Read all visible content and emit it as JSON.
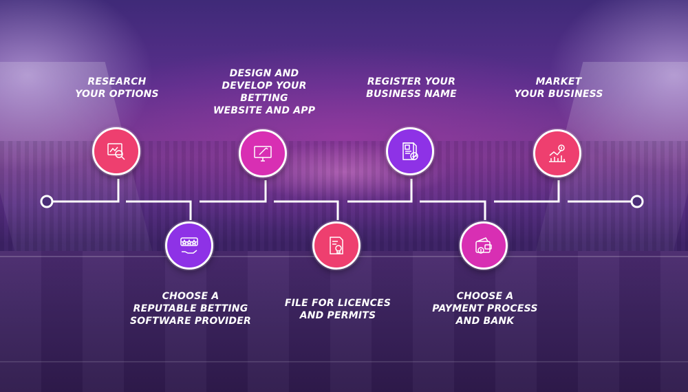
{
  "steps": [
    {
      "id": "research",
      "lines": [
        "RESEARCH",
        "YOUR OPTIONS"
      ],
      "icon": "research-chart-icon",
      "color": "#ee3f6f"
    },
    {
      "id": "software",
      "lines": [
        "CHOOSE A",
        "REPUTABLE BETTING",
        "SOFTWARE PROVIDER"
      ],
      "icon": "star-rating-hand-icon",
      "color": "#8e32e6"
    },
    {
      "id": "design",
      "lines": [
        "DESIGN AND",
        "DEVELOP YOUR BETTING",
        "WEBSITE AND APP"
      ],
      "icon": "monitor-design-icon",
      "color": "#d82fb3"
    },
    {
      "id": "licences",
      "lines": [
        "FILE FOR LICENCES",
        "AND PERMITS"
      ],
      "icon": "certificate-document-icon",
      "color": "#ee3f6f"
    },
    {
      "id": "register",
      "lines": [
        "REGISTER YOUR",
        "BUSINESS NAME"
      ],
      "icon": "registration-document-icon",
      "color": "#8e32e6"
    },
    {
      "id": "payment",
      "lines": [
        "CHOOSE A",
        "PAYMENT PROCESS",
        "AND BANK"
      ],
      "icon": "wallet-cash-icon",
      "color": "#d82fb3"
    },
    {
      "id": "market",
      "lines": [
        "MARKET",
        "YOUR BUSINESS"
      ],
      "icon": "market-growth-chart-icon",
      "color": "#ee3f6f"
    }
  ]
}
